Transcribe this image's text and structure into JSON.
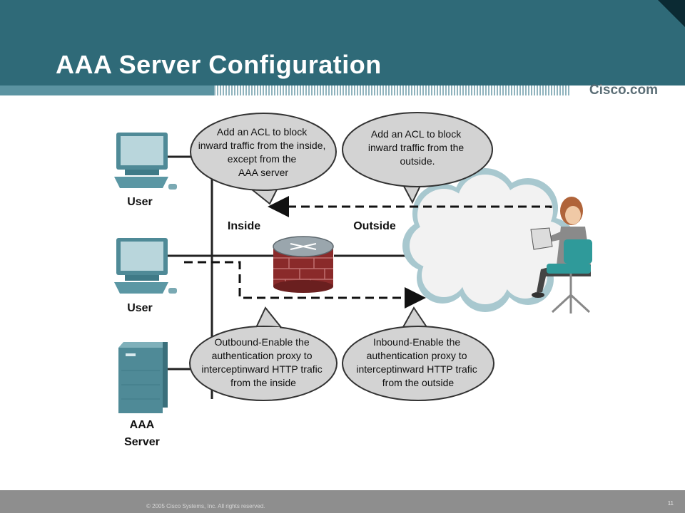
{
  "slide": {
    "title": "AAA Server Configuration",
    "brand": "Cisco.com",
    "copyright": "© 2005 Cisco Systems, Inc. All rights reserved.",
    "page_number": "11"
  },
  "diagram": {
    "labels": {
      "user_top": "User",
      "user_mid": "User",
      "aaa_line1": "AAA",
      "aaa_line2": "Server",
      "inside": "Inside",
      "outside": "Outside"
    },
    "callouts": {
      "inside_acl": [
        "Add an ACL to block",
        "inward traffic from the inside,",
        "except from the",
        "AAA  server"
      ],
      "outside_acl": [
        "Add an ACL to block",
        "inward traffic from the",
        "outside."
      ],
      "outbound": [
        "Outbound-Enable the",
        "authentication proxy to",
        "interceptinward HTTP trafic",
        "from the inside"
      ],
      "inbound": [
        "Inbound-Enable the",
        "authentication proxy to",
        "interceptinward HTTP trafic",
        "from the outside"
      ]
    }
  }
}
